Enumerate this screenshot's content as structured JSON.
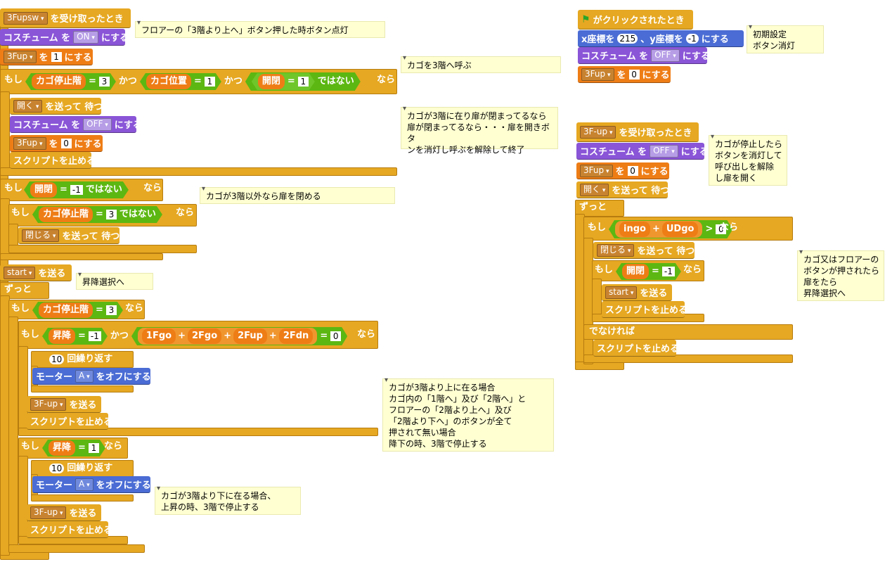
{
  "ui": {
    "when_i_receive": "を受け取ったとき",
    "set": "にする",
    "costume": "コスチューム を",
    "if": "もし",
    "then": "なら",
    "and": "かつ",
    "eq": "=",
    "plus": "+",
    "gt": ">",
    "not": "ではない",
    "broadcast_wait": "を送って 待つ",
    "broadcast": "を送る",
    "stop_script": "スクリプトを止める",
    "forever": "ずっと",
    "repeat": "回繰り返す",
    "motor": "モーター",
    "motor_off": "をオフにする",
    "to": "を",
    "else": "でなければ",
    "flag_clicked": "がクリックされたとき",
    "go_x": "x座標を",
    "go_y": "、y座標を"
  },
  "vars": {
    "f3fupsw": "3Fupsw",
    "f3fup": "3Fup",
    "f3_up": "3F-up",
    "start": "start",
    "open": "開く",
    "close": "閉じる",
    "kago_tei": "カゴ停止階",
    "kago_ichi": "カゴ位置",
    "kaihei": "開閉",
    "shoko": "昇降",
    "g1": "1Fgo",
    "g2": "2Fgo",
    "u2": "2Fup",
    "d2": "2Fdn",
    "ingo": "ingo",
    "udgo": "UDgo",
    "on": "ON",
    "off": "OFF",
    "motorA": "A"
  },
  "nums": {
    "n0": "0",
    "n1": "1",
    "n3": "3",
    "nm1": "-1",
    "n10": "10",
    "n215": "215"
  },
  "comments": {
    "c1": "フロアーの「3階より上へ」ボタン押した時ボタン点灯",
    "c2": "カゴを3階へ呼ぶ",
    "c3": "カゴが3階に在り扉が閉まってるなら\n扉が閉まってるなら・・・扉を開きボタ\nンを消灯し呼ぶを解除して終了",
    "c4": "カゴが3階以外なら扉を閉める",
    "c5": "昇降選択へ",
    "c6": "カゴが3階より上に在る場合\nカゴ内の「1階へ」及び「2階へ」と\nフロアーの「2階より上へ」及び\n「2階より下へ」のボタンが全て\n押されて無い場合\n降下の時、3階で停止する",
    "c7": "カゴが3階より下に在る場合、\n上昇の時、3階で停止する",
    "c8": "初期設定\nボタン消灯",
    "c9": "カゴが停止したら\nボタンを消灯して\n呼び出しを解除\nし扉を開く",
    "c10": "カゴ又はフロアーの\nボタンが押されたら\n扉をたら\n昇降選択へ"
  }
}
